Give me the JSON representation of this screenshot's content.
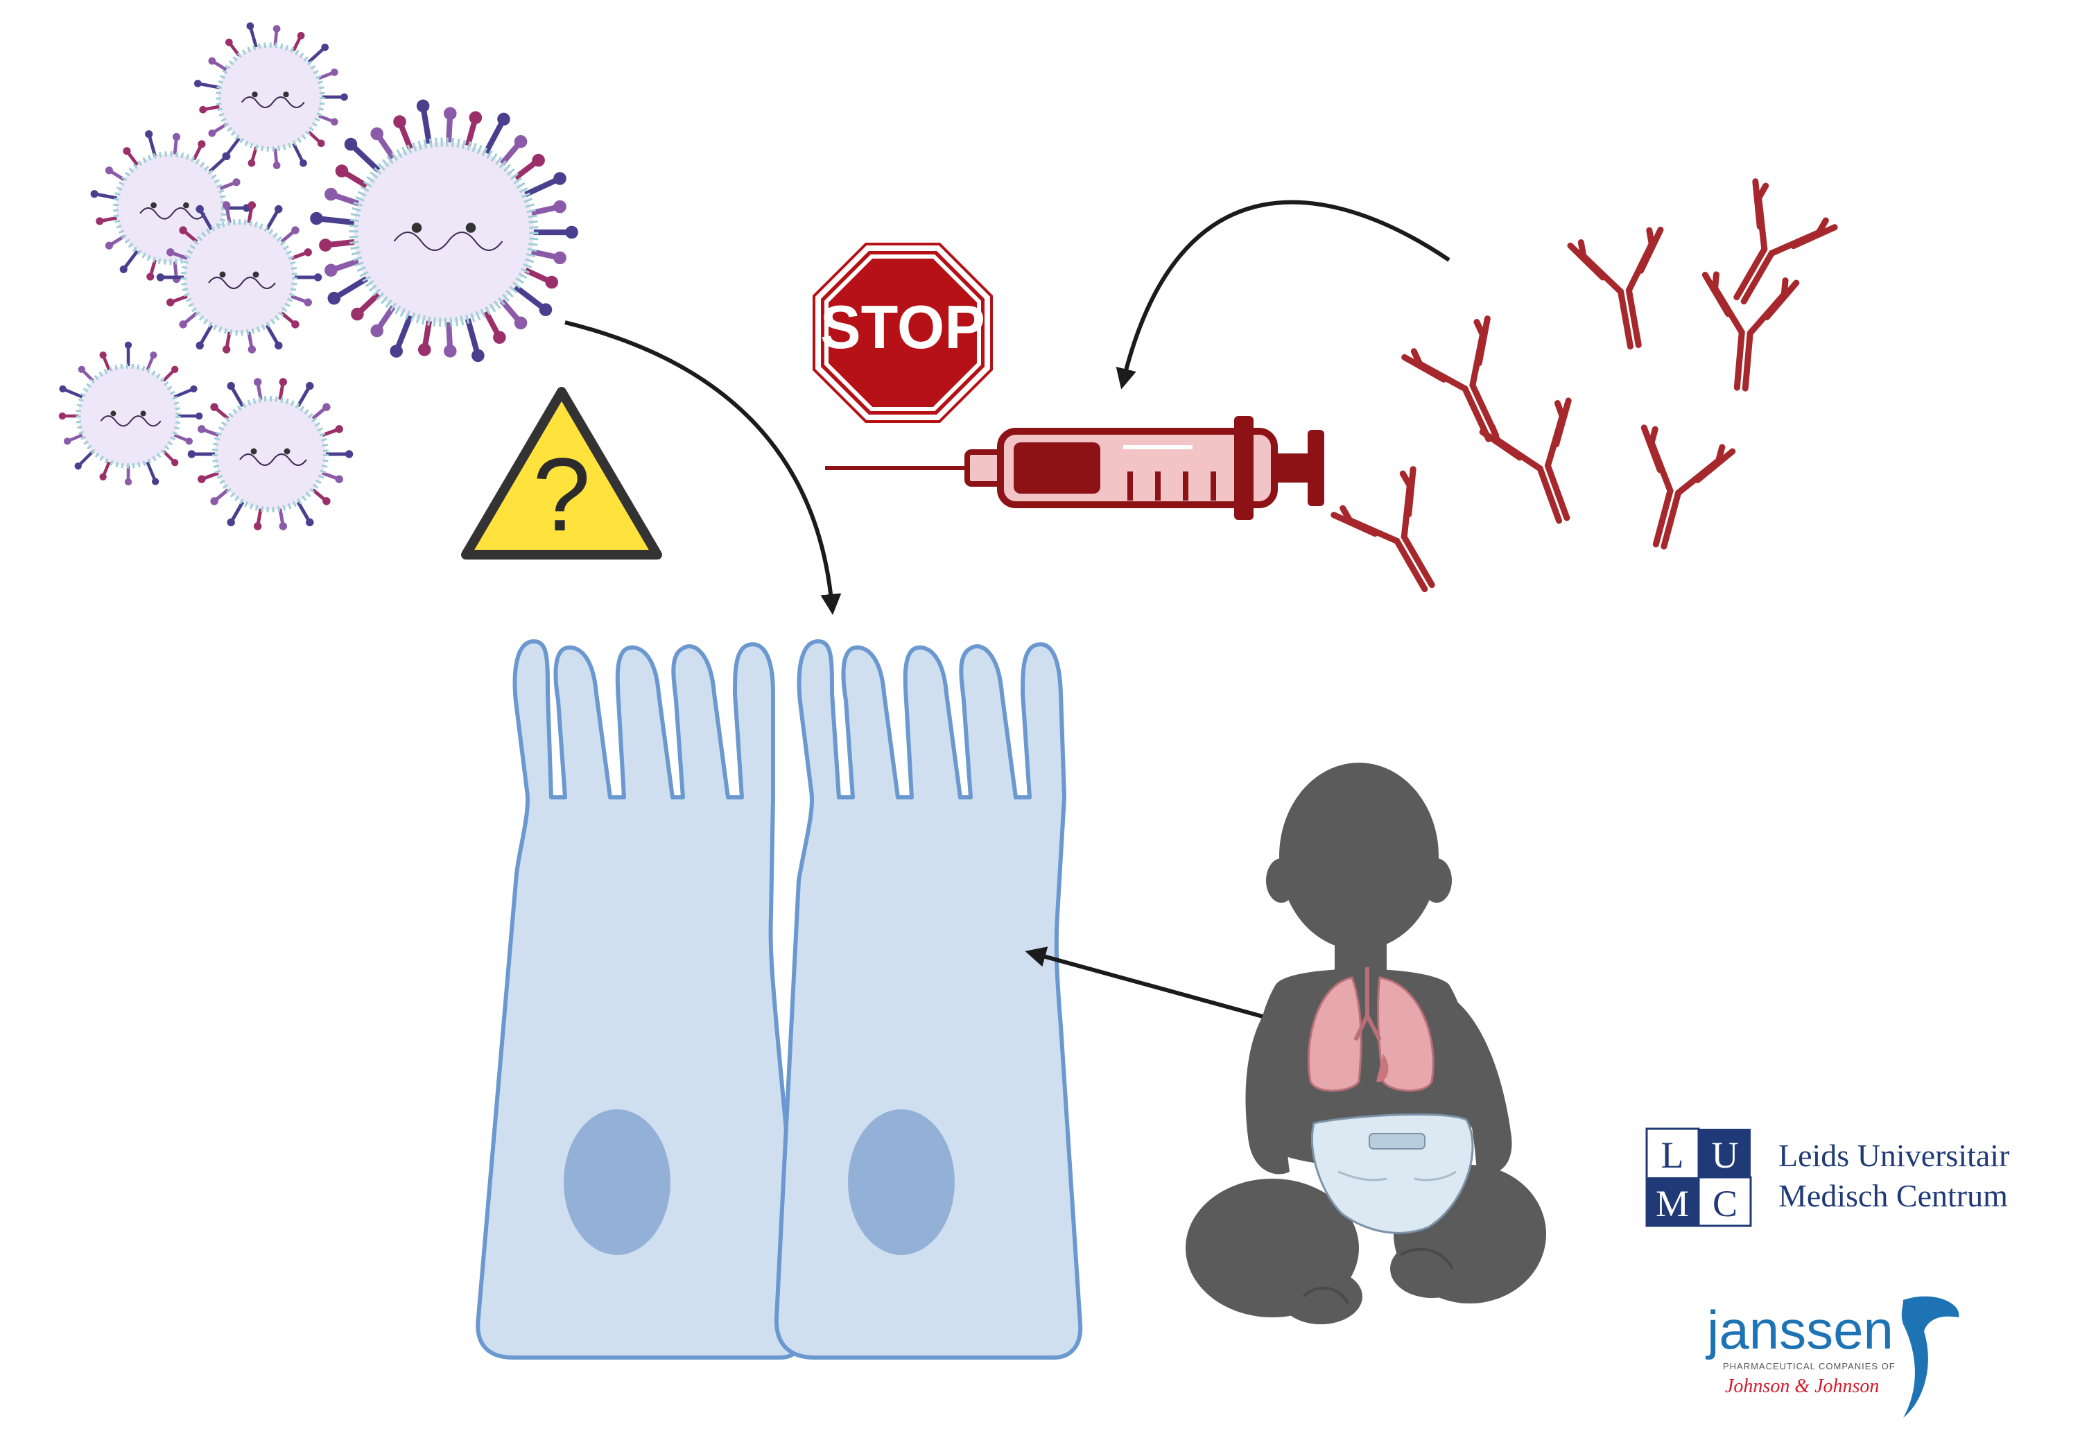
{
  "stop_sign": {
    "text": "STOP"
  },
  "warning_sign": {
    "symbol": "?"
  },
  "lumc_logo": {
    "letters": [
      "L",
      "U",
      "M",
      "C"
    ],
    "name_line1": "Leids Universitair",
    "name_line2": "Medisch Centrum"
  },
  "janssen_logo": {
    "name": "janssen",
    "tagline": "PHARMACEUTICAL COMPANIES OF",
    "parent": "Johnson & Johnson"
  },
  "colors": {
    "virus_envelope": "#ede7f7",
    "virus_spike_purple": "#8b5aa8",
    "virus_spike_blue": "#4a3f8f",
    "virus_spike_magenta": "#9a2f6a",
    "virus_membrane_dots": "#9fcfd6",
    "antibody": "#a6282c",
    "syringe": "#8c1216",
    "cell_fill": "#cfdff0",
    "cell_outline": "#6a98cf",
    "nucleus": "#93b0d6",
    "baby": "#5b5b5c",
    "lungs": "#e6a8ad",
    "diaper": "#dce9f3",
    "stop_red": "#b51116",
    "warning_yellow": "#ffe23c",
    "lumc_blue": "#1f3a76",
    "janssen_blue": "#1e73b5",
    "jnj_red": "#d51a2c"
  },
  "icons": [
    "virus-icon",
    "stop-sign-icon",
    "warning-sign-icon",
    "syringe-icon",
    "antibody-icon",
    "epithelial-cell-icon",
    "baby-icon",
    "lungs-icon",
    "arrow-icon",
    "lumc-logo",
    "janssen-logo"
  ]
}
